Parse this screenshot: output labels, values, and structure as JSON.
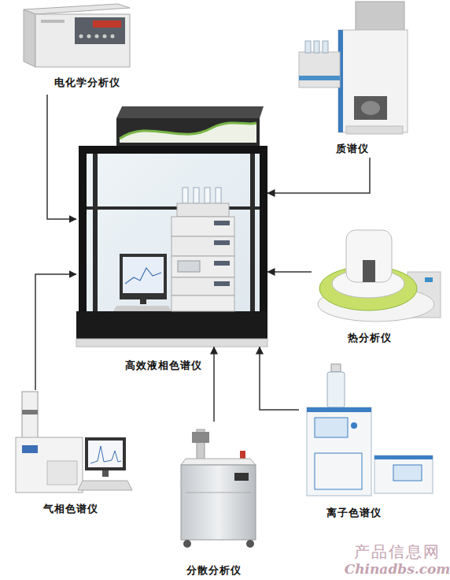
{
  "diagram": {
    "nodes": [
      {
        "text": [
          "电化学分析仪"
        ]
      },
      {
        "text": [
          "质谱仪"
        ]
      },
      {
        "text": [
          "高效液相色谱仪"
        ]
      },
      {
        "text": [
          "热分析仪"
        ]
      },
      {
        "text": [
          "气相色谱仪"
        ]
      },
      {
        "text": [
          "离子色谱仪"
        ]
      },
      {
        "text": [
          "分散分析仪"
        ]
      }
    ],
    "edges": [
      {
        "from": 0,
        "to": 2,
        "arrow": "to"
      },
      {
        "from": 1,
        "to": 2,
        "arrow": "to"
      },
      {
        "from": 3,
        "to": 2,
        "arrow": "to"
      },
      {
        "from": 4,
        "to": 2,
        "arrow": "to"
      },
      {
        "from": 5,
        "to": 2,
        "arrow": "to"
      },
      {
        "from": 6,
        "to": 2,
        "arrow": "to"
      }
    ],
    "labels": [
      "产品信息网",
      "Chinadbs.com"
    ]
  }
}
